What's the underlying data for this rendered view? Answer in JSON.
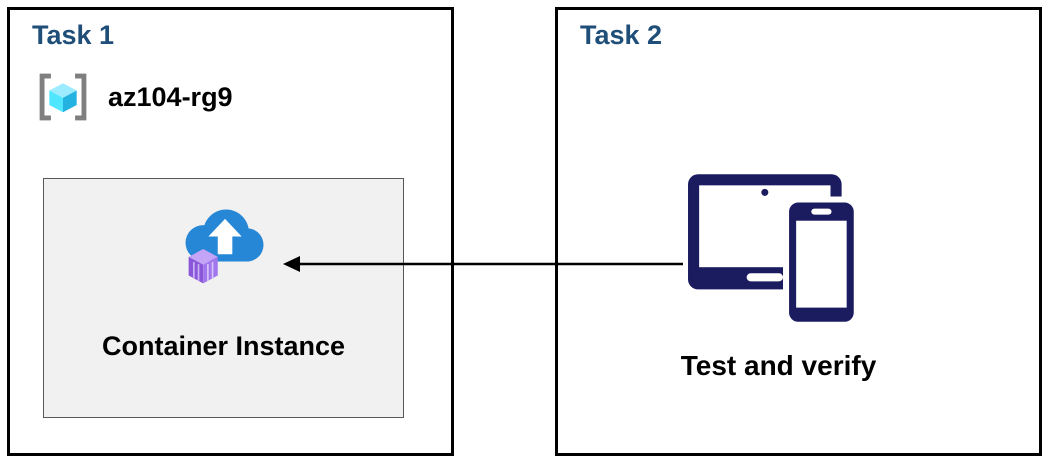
{
  "task1": {
    "title": "Task 1",
    "resource_group_label": "az104-rg9",
    "container_label": "Container Instance"
  },
  "task2": {
    "title": "Task 2",
    "label": "Test and verify"
  },
  "icons": {
    "resource_group": "resource-group-icon",
    "container_instances": "container-instances-icon",
    "devices": "devices-icon",
    "connector": "arrow-left-connector"
  },
  "colors": {
    "title_blue": "#1f4e79",
    "box_border": "#000000",
    "inner_box_fill": "#f1f1f1",
    "inner_box_border": "#595959",
    "label_text": "#000000",
    "devices_navy": "#1b1b60",
    "cloud_blue": "#2787d7",
    "cube_purple": "#9b6fe8",
    "rg_cube_cyan": "#50e6ff",
    "rg_bracket_gray": "#7f7f7f",
    "arrow_black": "#000000"
  }
}
